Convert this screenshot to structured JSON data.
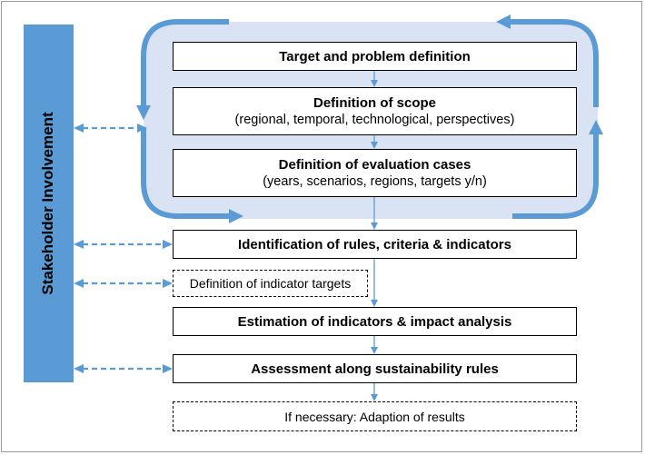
{
  "stakeholder": {
    "label": "Stakeholder Involvement"
  },
  "steps": {
    "target": {
      "title": "Target and problem definition"
    },
    "scope": {
      "title": "Definition of scope",
      "subtitle": "(regional, temporal, technological, perspectives)"
    },
    "evaluation_cases": {
      "title": "Definition of evaluation cases",
      "subtitle": "(years, scenarios, regions, targets y/n)"
    },
    "rules": {
      "title": "Identification of rules, criteria & indicators"
    },
    "indicator_targets": {
      "label": "Definition of indicator targets"
    },
    "estimation": {
      "title": "Estimation of indicators & impact analysis"
    },
    "assessment": {
      "title": "Assessment along sustainability rules"
    },
    "adaption": {
      "label": "If necessary: Adaption of results"
    }
  },
  "colors": {
    "accent": "#5b9bd5",
    "loop_fill": "#dae3f3",
    "box_border": "#000000"
  }
}
